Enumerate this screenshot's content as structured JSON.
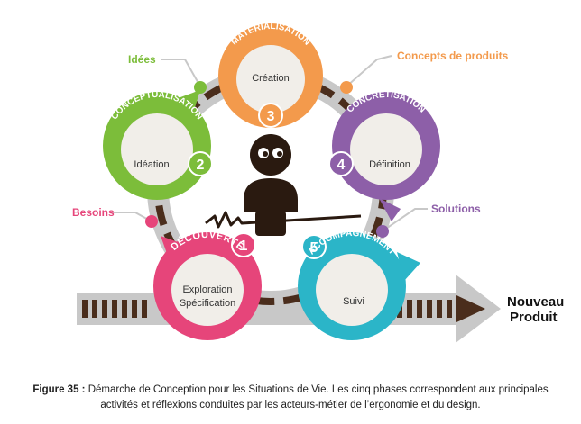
{
  "diagram": {
    "output_label_line1": "Nouveau",
    "output_label_line2": "Produit",
    "phases": [
      {
        "num": "1",
        "title": "DÉCOUVERTE",
        "sub1": "Exploration",
        "sub2": "Spécification",
        "color": "#e6457a"
      },
      {
        "num": "2",
        "title": "CONCEPTUALISATION",
        "sub1": "Idéation",
        "sub2": "",
        "color": "#7cbd3a"
      },
      {
        "num": "3",
        "title": "MATÉRIALISATION",
        "sub1": "Création",
        "sub2": "",
        "color": "#f39a4c"
      },
      {
        "num": "4",
        "title": "CONCRÉTISATION",
        "sub1": "Définition",
        "sub2": "",
        "color": "#8d5fa8"
      },
      {
        "num": "5",
        "title": "ACCOMPAGNEMENT",
        "sub1": "Suivi",
        "sub2": "",
        "color": "#2bb5c8"
      }
    ],
    "outputs": [
      {
        "label": "Besoins",
        "color": "#e6457a"
      },
      {
        "label": "Idées",
        "color": "#7cbd3a"
      },
      {
        "label": "Concepts de produits",
        "color": "#f39a4c"
      },
      {
        "label": "Solutions",
        "color": "#8d5fa8"
      }
    ]
  },
  "caption": {
    "label": "Figure 35 :",
    "text": "Démarche de Conception pour les Situations de Vie. Les cinq phases correspondent aux principales activités et réflexions conduites par les acteurs-métier de l’ergonomie et du design."
  }
}
